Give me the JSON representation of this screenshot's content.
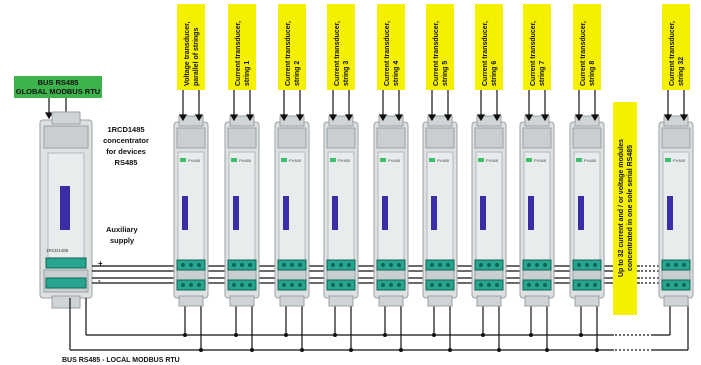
{
  "global_bus": {
    "line1": "BUS RS485",
    "line2": "GLOBAL MODBUS RTU"
  },
  "concentrator": {
    "line1": "1RCD1485",
    "line2": "concentrator",
    "line3": "for devices",
    "line4": "RS485",
    "module_marking": "1RCD1485"
  },
  "auxiliary": {
    "line1": "Auxiliary",
    "line2": "supply",
    "plus": "+",
    "minus": "-"
  },
  "transducers": [
    {
      "line1": "Voltage transducer,",
      "line2": "parallel of strings"
    },
    {
      "line1": "Current transducer,",
      "line2": "string 1"
    },
    {
      "line1": "Current transducer,",
      "line2": "string 2"
    },
    {
      "line1": "Current transducer,",
      "line2": "string 3"
    },
    {
      "line1": "Current transducer,",
      "line2": "string 4"
    },
    {
      "line1": "Current transducer,",
      "line2": "string 5"
    },
    {
      "line1": "Current transducer,",
      "line2": "string 6"
    },
    {
      "line1": "Current transducer,",
      "line2": "string 7"
    },
    {
      "line1": "Current transducer,",
      "line2": "string 8"
    },
    {
      "line1": "Current transducer,",
      "line2": "string 32"
    }
  ],
  "module_marking": "PV485",
  "note": {
    "line1": "Up to 32 current and / or voltage modules",
    "line2": "concentrated in one sole serial RS485"
  },
  "local_bus": "BUS RS485 - LOCAL MODBUS RTU",
  "colors": {
    "label_yellow": "#f5f000",
    "bus_green": "#3cb44b",
    "module_body": "#dde1e2",
    "terminal_teal": "#27a58f",
    "led_purple": "#3a2ea8"
  }
}
